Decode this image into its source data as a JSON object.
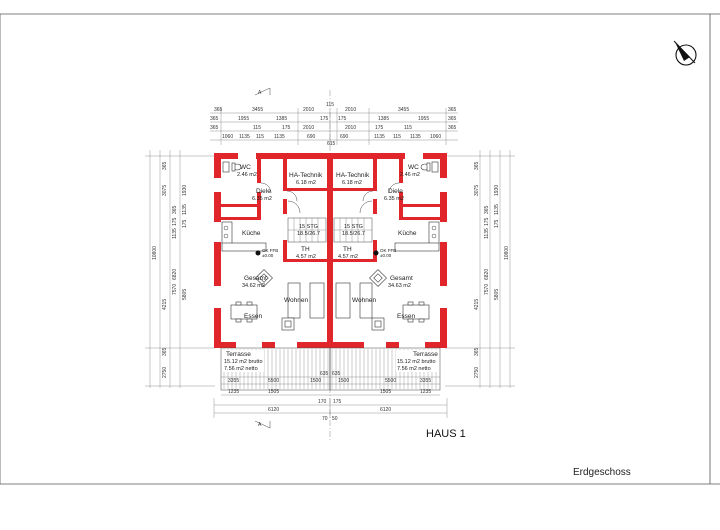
{
  "sheet": {
    "title": "HAUS 1",
    "floor": "Erdgeschoss",
    "section_mark": "A",
    "north_icon": "north-arrow-icon"
  },
  "rooms": {
    "left": [
      {
        "id": "wc",
        "name": "WC",
        "area": "2.46 m2"
      },
      {
        "id": "ha",
        "name": "HA-Technik",
        "area": "6.18 m2"
      },
      {
        "id": "diele",
        "name": "Diele",
        "area": "6.35 m2"
      },
      {
        "id": "kueche",
        "name": "Küche",
        "area": ""
      },
      {
        "id": "stg",
        "name": "15 STG",
        "area": "18.5/26.7"
      },
      {
        "id": "th",
        "name": "TH",
        "area": "4.57 m2"
      },
      {
        "id": "gesamt",
        "name": "Gesamt",
        "area": "34.62 m2"
      },
      {
        "id": "wohnen",
        "name": "Wohnen",
        "area": ""
      },
      {
        "id": "essen",
        "name": "Essen",
        "area": ""
      }
    ],
    "right": [
      {
        "id": "wc",
        "name": "WC",
        "area": "2.46 m2"
      },
      {
        "id": "ha",
        "name": "HA-Technik",
        "area": "6.18 m2"
      },
      {
        "id": "diele",
        "name": "Diele",
        "area": "6.35 m2"
      },
      {
        "id": "kueche",
        "name": "Küche",
        "area": ""
      },
      {
        "id": "stg",
        "name": "15 STG",
        "area": "18.5/26.7"
      },
      {
        "id": "th",
        "name": "TH",
        "area": "4.57 m2"
      },
      {
        "id": "gesamt",
        "name": "Gesamt",
        "area": "34.63 m2"
      },
      {
        "id": "wohnen",
        "name": "Wohnen",
        "area": ""
      },
      {
        "id": "essen",
        "name": "Essen",
        "area": ""
      }
    ]
  },
  "terrace": {
    "left": {
      "name": "Terrasse",
      "gross": "15.12 m2 brutto",
      "net": "7.56 m2 netto"
    },
    "right": {
      "name": "Terrasse",
      "gross": "15.12 m2 brutto",
      "net": "7.56 m2 netto"
    }
  },
  "level_mark": {
    "text": "OK FFB",
    "value": "±0.00"
  },
  "dims": {
    "top_row1": [
      "365",
      "3455",
      "2010",
      "115",
      "2010",
      "3455",
      "365"
    ],
    "top_row2": [
      "365",
      "1955",
      "1385",
      "175",
      "175",
      "1385",
      "1955",
      "365"
    ],
    "top_row3": [
      "365",
      "115",
      "175",
      "2010",
      "2010",
      "175",
      "115",
      "365"
    ],
    "top_row4": [
      "1060",
      "1135",
      "115",
      "1135",
      "690",
      "690",
      "1135",
      "115",
      "1135",
      "1060"
    ],
    "top_row5": [
      "615"
    ],
    "left_col1": [
      "365",
      "3075",
      "365",
      "1135",
      "175",
      "1135",
      "1930",
      "175",
      "5805",
      "365",
      "2750"
    ],
    "left_col2": [
      "10800",
      "4215",
      "6820",
      "7570"
    ],
    "right_col1": [
      "365",
      "3075",
      "365",
      "1135",
      "175",
      "1135",
      "1930",
      "175",
      "5805",
      "365",
      "2750"
    ],
    "right_col2": [
      "10800",
      "4215",
      "6820",
      "7570"
    ],
    "bottom_row1": [
      "635",
      "635"
    ],
    "bottom_row2": [
      "3355",
      "5500",
      "1500",
      "1500",
      "5500",
      "3355"
    ],
    "bottom_row3": [
      "1235",
      "1505",
      "1505",
      "1235"
    ],
    "bottom_row4": [
      "170",
      "175"
    ],
    "bottom_row5": [
      "6120",
      "6120"
    ],
    "bottom_row6": [
      "70",
      "50"
    ]
  }
}
